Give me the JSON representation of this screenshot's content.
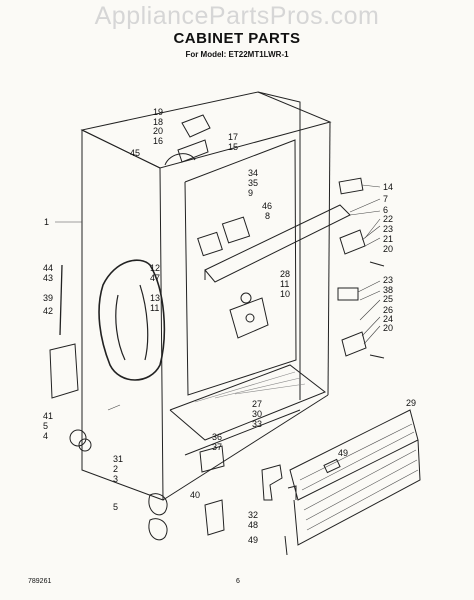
{
  "watermark": "AppliancePartsPros.com",
  "title": "CABINET PARTS",
  "model": "For Model: ET22MT1LWR-1",
  "footer": {
    "doc_number": "789261",
    "page_number": "6"
  },
  "callouts": [
    "19",
    "18",
    "20",
    "16",
    "17",
    "15",
    "45",
    "34",
    "35",
    "9",
    "46",
    "8",
    "14",
    "7",
    "6",
    "22",
    "23",
    "21",
    "20",
    "1",
    "12",
    "47",
    "13",
    "11",
    "44",
    "43",
    "39",
    "42",
    "28",
    "11",
    "10",
    "23",
    "38",
    "25",
    "26",
    "24",
    "20",
    "41",
    "5",
    "4",
    "27",
    "30",
    "33",
    "29",
    "36",
    "37",
    "49",
    "31",
    "2",
    "3",
    "5",
    "40",
    "32",
    "48",
    "49"
  ]
}
